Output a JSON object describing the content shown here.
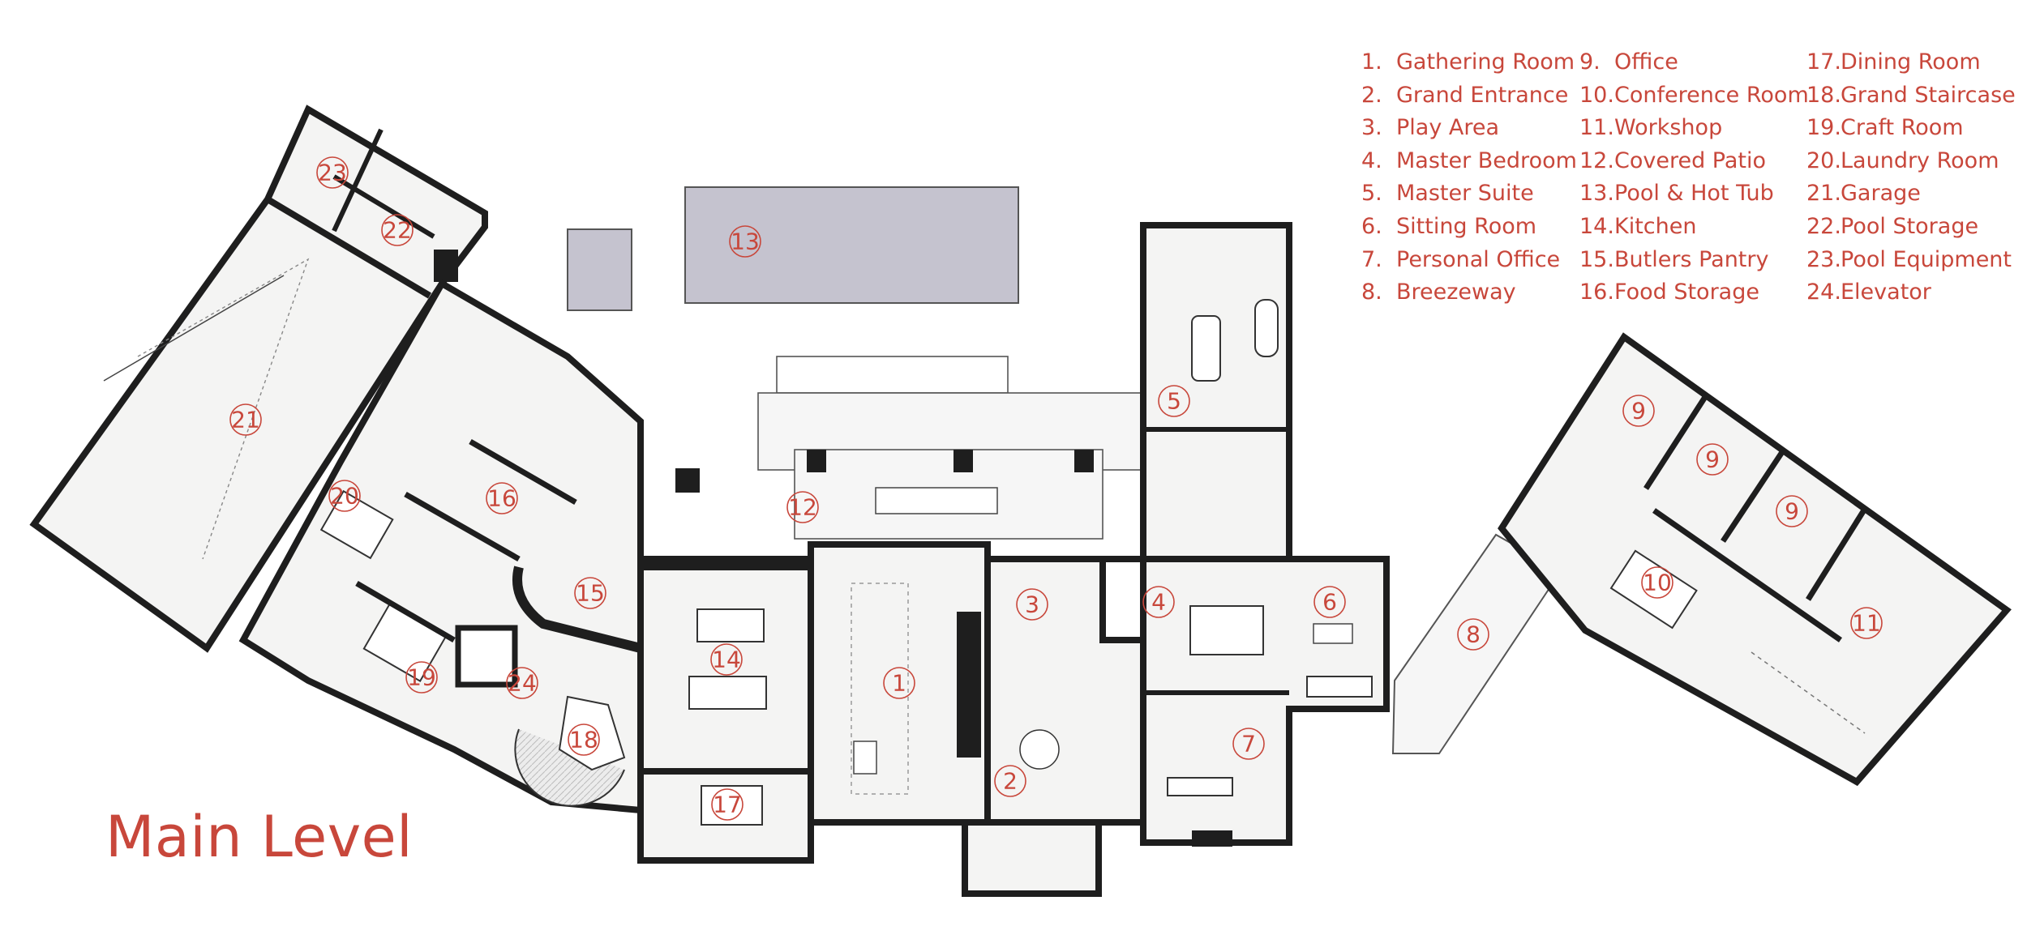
{
  "title": "Main Level",
  "legend": [
    {
      "num": "1.",
      "name": "Gathering Room"
    },
    {
      "num": "2.",
      "name": "Grand Entrance"
    },
    {
      "num": "3.",
      "name": "Play Area"
    },
    {
      "num": "4.",
      "name": "Master Bedroom"
    },
    {
      "num": "5.",
      "name": "Master Suite"
    },
    {
      "num": "6.",
      "name": "Sitting Room"
    },
    {
      "num": "7.",
      "name": "Personal Office"
    },
    {
      "num": "8.",
      "name": "Breezeway"
    },
    {
      "num": "9.",
      "name": "Office"
    },
    {
      "num": "10.",
      "name": "Conference Room"
    },
    {
      "num": "11.",
      "name": "Workshop"
    },
    {
      "num": "12.",
      "name": "Covered Patio"
    },
    {
      "num": "13.",
      "name": "Pool & Hot Tub"
    },
    {
      "num": "14.",
      "name": "Kitchen"
    },
    {
      "num": "15.",
      "name": "Butlers Pantry"
    },
    {
      "num": "16.",
      "name": "Food Storage"
    },
    {
      "num": "17.",
      "name": "Dining Room"
    },
    {
      "num": "18.",
      "name": "Grand Staircase"
    },
    {
      "num": "19.",
      "name": "Craft Room"
    },
    {
      "num": "20.",
      "name": "Laundry Room"
    },
    {
      "num": "21.",
      "name": "Garage"
    },
    {
      "num": "22.",
      "name": "Pool Storage"
    },
    {
      "num": "23.",
      "name": "Pool Equipment"
    },
    {
      "num": "24.",
      "name": "Elevator"
    }
  ],
  "room_labels": [
    "1",
    "2",
    "3",
    "4",
    "5",
    "6",
    "7",
    "8",
    "9",
    "9",
    "9",
    "10",
    "11",
    "12",
    "13",
    "14",
    "15",
    "16",
    "17",
    "18",
    "19",
    "20",
    "21",
    "22",
    "23",
    "24"
  ],
  "colors": {
    "accent": "#c8473b",
    "wall": "#1e1e1e",
    "floor": "#f4f4f3",
    "pool": "#c5c3cf"
  }
}
